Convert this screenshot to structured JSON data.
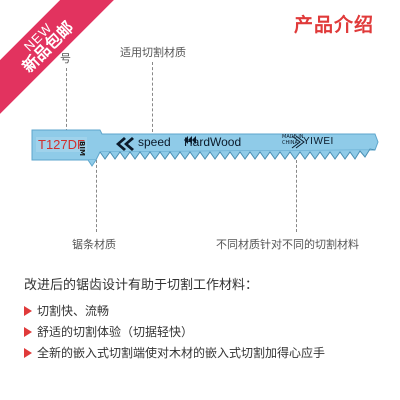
{
  "ribbon": {
    "line1": "NEW",
    "line2": "新品包邮",
    "color": "#e2335f"
  },
  "section_title": "产品介绍",
  "callouts": {
    "model_partial": "号",
    "material_applicable": "适用切割材质",
    "blade_material": "锯条材质",
    "tooth_design": "不同材质针对不同的切割材料"
  },
  "blade": {
    "model": "T127DF",
    "bim_mark": "BIM",
    "speed_text": "speed",
    "material_text": "HardWood",
    "origin_line1": "MADE IN",
    "origin_line2": "CHINA",
    "brand": "YIWEI",
    "color": "#8fcbe8"
  },
  "description": {
    "heading": "改进后的锯齿设计有助于切割工作材料：",
    "features": [
      "切割快、流畅",
      "舒适的切割体验（切据轻快）",
      "全新的嵌入式切割端使对木材的嵌入式切割加得心应手"
    ]
  },
  "icons": {
    "bullet": "red-triangle-bullet-icon"
  }
}
